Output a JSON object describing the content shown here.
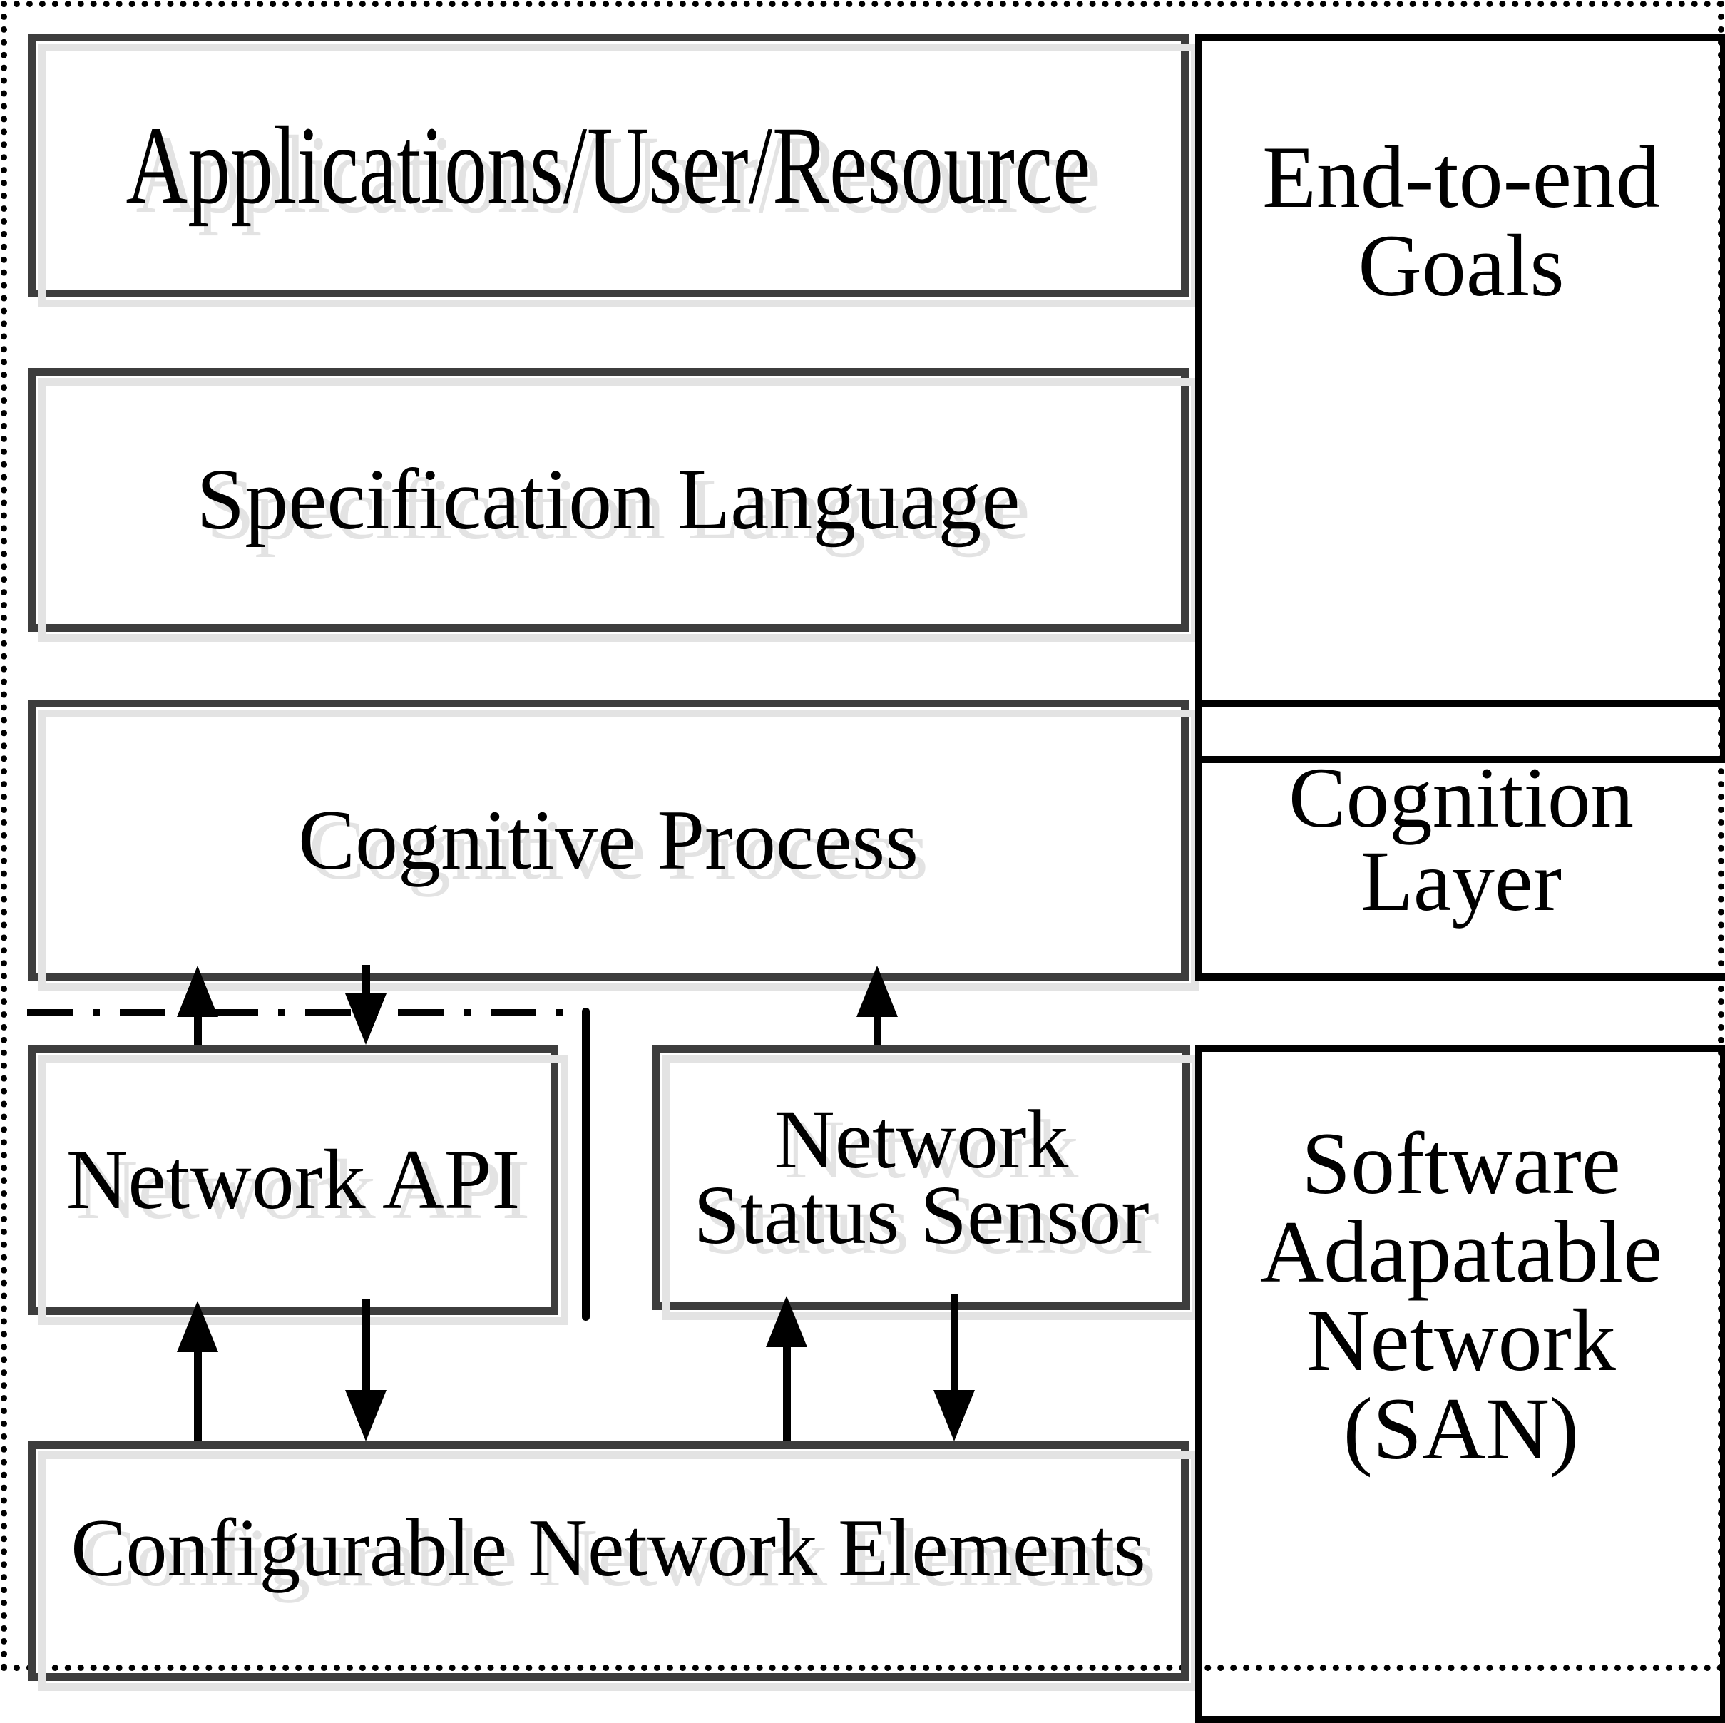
{
  "figure": {
    "boxes": {
      "applications": {
        "label": "Applications/User/Resource"
      },
      "specification": {
        "label": "Specification Language"
      },
      "cognitive_process": {
        "label": "Cognitive Process"
      },
      "network_api": {
        "label": "Network API"
      },
      "network_status_sensor": {
        "lines": [
          "Network",
          "Status Sensor"
        ]
      },
      "configurable_elements": {
        "label": "Configurable Network Elements"
      },
      "end_to_end_goals": {
        "lines": [
          "End-to-end",
          "Goals"
        ]
      },
      "cognition_layer": {
        "lines": [
          "Cognition",
          "Layer"
        ]
      },
      "san": {
        "lines": [
          "Software",
          "Adapatable",
          "Network",
          "(SAN)"
        ]
      }
    },
    "colors": {
      "background": "#ffffff",
      "text": "#000000",
      "left_box_border": "#3d3d3d",
      "right_box_border": "#000000",
      "shadow": "#e3e3e3"
    }
  }
}
